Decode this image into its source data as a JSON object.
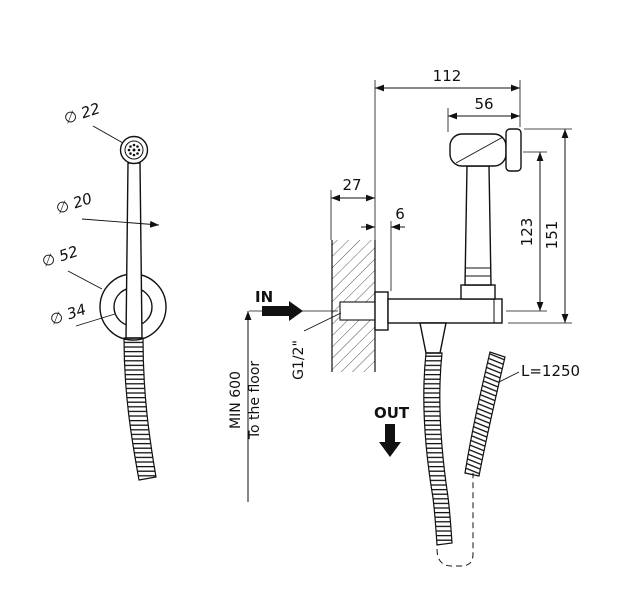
{
  "handset_view": {
    "head_diameter": "∅ 22",
    "handle_diameter": "∅ 20",
    "holder_outer_diameter": "∅ 52",
    "holder_inner_diameter": "∅ 34"
  },
  "installation_view": {
    "dim_total_width": "112",
    "dim_head_width": "56",
    "dim_wall_depth": "27",
    "dim_flange_offset": "6",
    "dim_handset_height": "123",
    "dim_total_height": "151",
    "label_in": "IN",
    "label_out": "OUT",
    "label_thread": "G1/2\"",
    "label_min_height": "MIN 600",
    "label_floor": "To the floor",
    "label_hose_length": "L=1250"
  }
}
